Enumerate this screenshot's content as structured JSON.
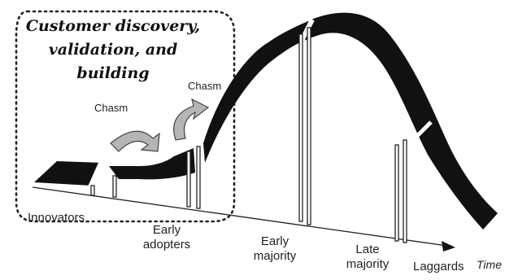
{
  "title_lines": [
    "Customer discovery,",
    "validation, and",
    "building"
  ],
  "chasm_labels": [
    "Chasm",
    "Chasm"
  ],
  "segments": [
    "Innovators",
    "Early adopters",
    "Early majority",
    "Late majority",
    "Laggards"
  ],
  "axis_label": "Time",
  "colors": {
    "band": "#111111",
    "gap": "#ffffff",
    "arrow": "#b5b5b5",
    "outline": "#222222"
  }
}
